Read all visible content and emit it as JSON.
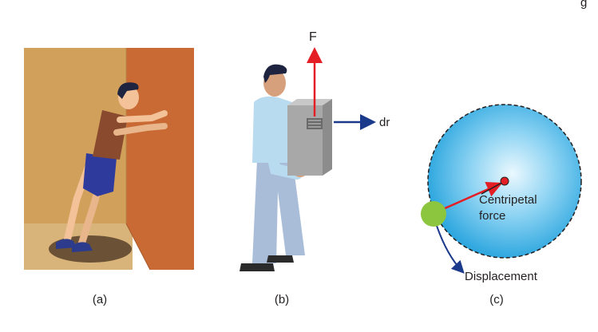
{
  "top_caption_fragment": "g",
  "panel_a": {
    "caption": "(a)"
  },
  "panel_b": {
    "caption": "(b)",
    "force_label": "F",
    "displacement_label": "dr"
  },
  "panel_c": {
    "caption": "(c)",
    "force_label_line1": "Centripetal",
    "force_label_line2": "force",
    "displacement_label": "Displacement"
  },
  "colors": {
    "force_arrow": "#e31e24",
    "displacement_arrow": "#1b3a8c",
    "circle_edge": "#29a8e0",
    "circle_center": "#e6f6fd",
    "ball": "#8cc63f",
    "wall_left": "#d1a15b",
    "wall_right": "#c96a35"
  }
}
